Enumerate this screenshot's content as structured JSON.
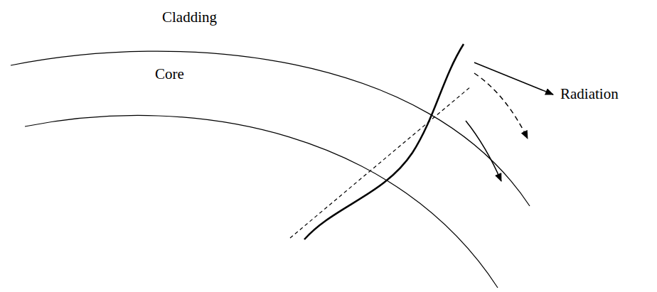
{
  "diagram": {
    "labels": [
      "Cladding",
      "Core",
      "Radiation"
    ]
  }
}
